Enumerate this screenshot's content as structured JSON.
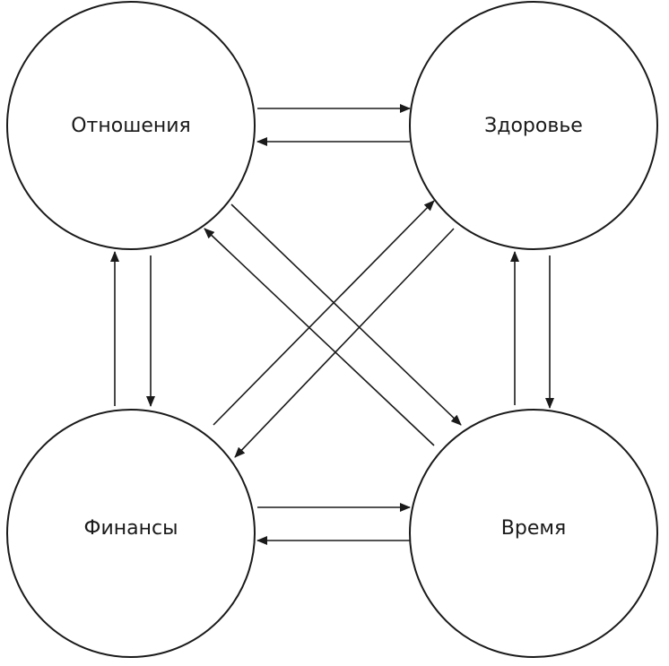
{
  "diagram": {
    "nodes": [
      {
        "id": "relationships",
        "label": "Отношения"
      },
      {
        "id": "health",
        "label": "Здоровье"
      },
      {
        "id": "finances",
        "label": "Финансы"
      },
      {
        "id": "time",
        "label": "Время"
      }
    ],
    "edges": [
      {
        "from": "relationships",
        "to": "health"
      },
      {
        "from": "health",
        "to": "relationships"
      },
      {
        "from": "finances",
        "to": "time"
      },
      {
        "from": "time",
        "to": "finances"
      },
      {
        "from": "relationships",
        "to": "finances"
      },
      {
        "from": "finances",
        "to": "relationships"
      },
      {
        "from": "health",
        "to": "time"
      },
      {
        "from": "time",
        "to": "health"
      },
      {
        "from": "relationships",
        "to": "time"
      },
      {
        "from": "time",
        "to": "relationships"
      },
      {
        "from": "finances",
        "to": "health"
      },
      {
        "from": "health",
        "to": "finances"
      }
    ],
    "colors": {
      "stroke": "#1a1a1a",
      "background": "#ffffff"
    }
  }
}
